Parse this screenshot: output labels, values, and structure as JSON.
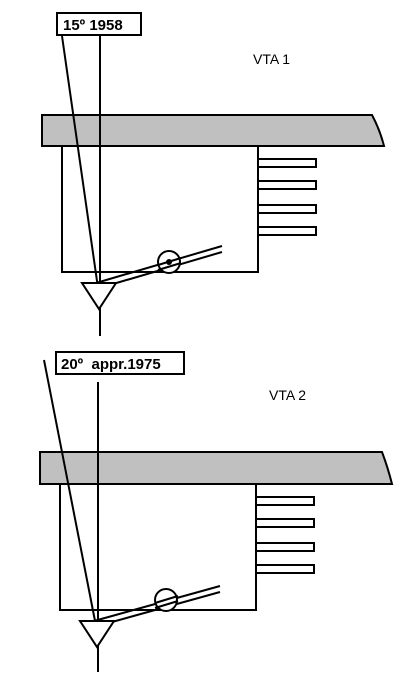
{
  "panels": [
    {
      "label": "15º 1958",
      "vta_label": "VTA 1",
      "angle_deg": 15
    },
    {
      "label": "20º  appr.1975",
      "vta_label": "VTA 2",
      "angle_deg": 20
    }
  ],
  "colors": {
    "platter": "#c0c0c0",
    "stroke": "#000000",
    "background": "#ffffff"
  }
}
